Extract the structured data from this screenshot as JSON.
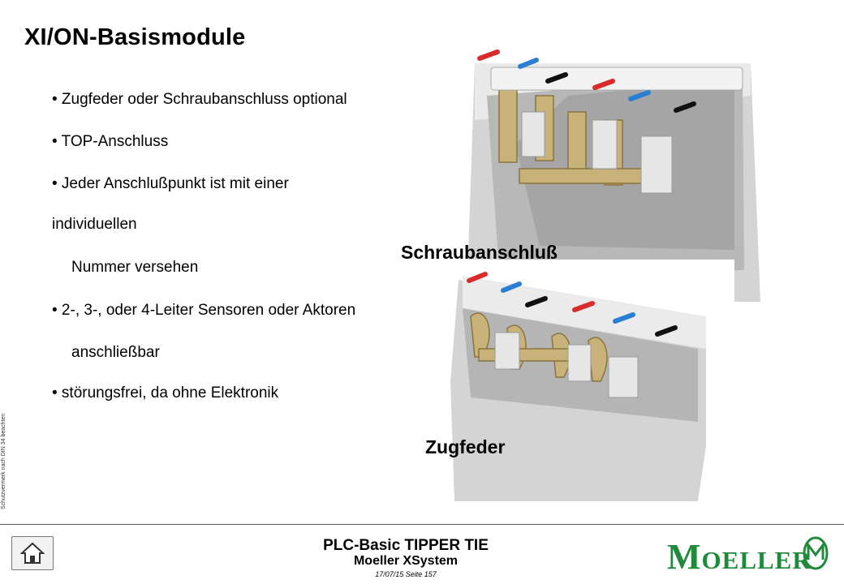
{
  "slide": {
    "title": "XI/ON-Basismodule",
    "bullets": [
      "• Zugfeder oder Schraubanschluss optional",
      "• TOP-Anschluss",
      "• Jeder Anschlußpunkt ist mit einer",
      "individuellen",
      "Nummer versehen",
      "• 2-, 3-, oder 4-Leiter Sensoren oder Aktoren",
      "anschließbar",
      "• störungsfrei, da ohne Elektronik"
    ],
    "label_top": "Schraubanschluß",
    "label_bottom": "Zugfeder",
    "side_note": "Schutzvermerk nach DIN 34 beachten"
  },
  "footer": {
    "title": "PLC-Basic TIPPER TIE",
    "subtitle": "Moeller XSystem",
    "date_page": "17/07/15 Seite 157",
    "logo_text_first": "M",
    "logo_text_rest": "OELLER"
  },
  "icons": {
    "home": "home-icon",
    "emblem": "moeller-emblem-icon"
  },
  "colors": {
    "brand_green": "#1f8a3a",
    "wire_red": "#d92b2b",
    "wire_blue": "#2a7fd4",
    "wire_black": "#111111",
    "brass": "#c9b27a"
  }
}
